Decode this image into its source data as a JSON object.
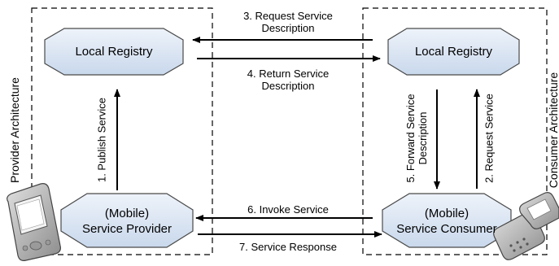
{
  "boxes": {
    "provider_architecture": "Provider Architecture",
    "consumer_architecture": "Consumer Architecture"
  },
  "nodes": {
    "provider_registry": "Local Registry",
    "consumer_registry": "Local Registry",
    "service_provider": [
      "(Mobile)",
      "Service Provider"
    ],
    "service_consumer": [
      "(Mobile)",
      "Service Consumer"
    ]
  },
  "steps": {
    "publish": "1. Publish Service",
    "request_service": "2. Request Service",
    "request_description": [
      "3. Request Service",
      "Description"
    ],
    "return_description": [
      "4. Return Service",
      "Description"
    ],
    "forward_description": [
      "5. Forward Service",
      "Description"
    ],
    "invoke": "6. Invoke Service",
    "response": "7. Service Response"
  },
  "colors": {
    "node_fill": "#dce7f4",
    "node_stroke": "#4a4a4a",
    "line": "#000000",
    "device_body": "#b9b9b9"
  },
  "icons": {
    "provider_device": "pda-device-icon",
    "consumer_device": "flip-phone-icon"
  }
}
